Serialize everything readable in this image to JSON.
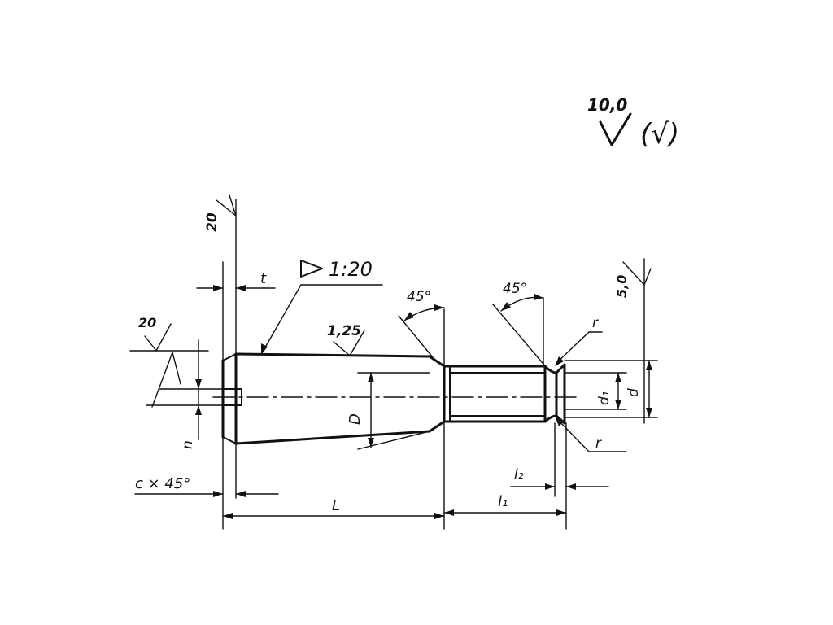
{
  "general_roughness": {
    "value": "10,0",
    "parenthetical": "(√)"
  },
  "labels": {
    "roughness_slot_end": "20",
    "roughness_chamfer": "20",
    "roughness_taper": "1,25",
    "roughness_thread_end": "5,0",
    "taper_ratio": "1:20",
    "slot_depth": "t",
    "slot_width": "n",
    "chamfer": "c × 45°",
    "angle_left": "45°",
    "angle_right": "45°",
    "diameter_taper": "D",
    "diameter_groove": "d₁",
    "diameter_thread": "d",
    "radius_top": "r",
    "radius_bottom": "r",
    "length_taper": "L",
    "length_thread": "l₁",
    "length_undercut": "l₂"
  }
}
